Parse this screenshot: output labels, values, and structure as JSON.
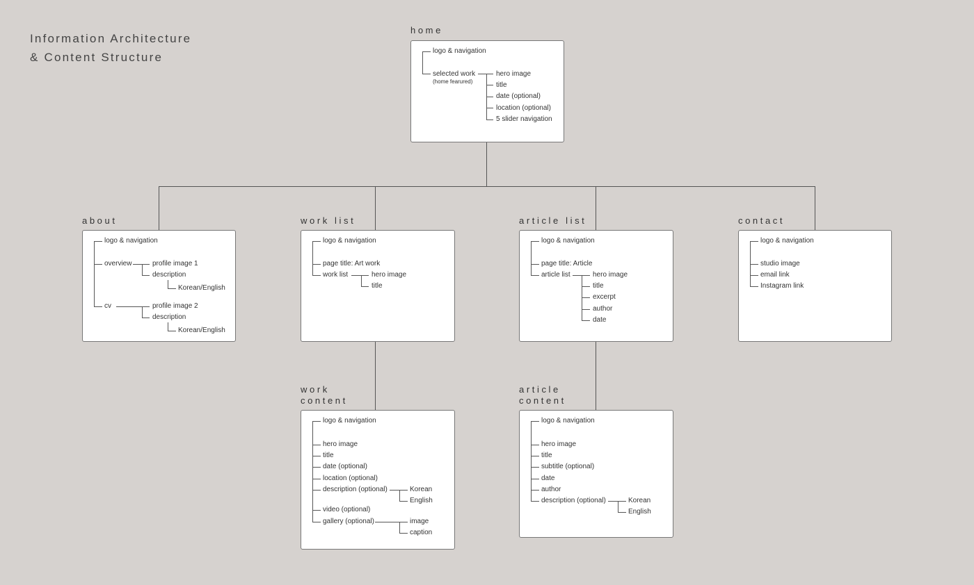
{
  "heading": {
    "line1": "Information Architecture",
    "line2": "& Content Structure"
  },
  "home": {
    "label": "home",
    "logo_nav": "logo & navigation",
    "selected_work": "selected work",
    "selected_work_note": "(home fearured)",
    "children": [
      "hero image",
      "title",
      "date (optional)",
      "location (optional)",
      "5 slider navigation"
    ]
  },
  "about": {
    "label": "about",
    "logo_nav": "logo & navigation",
    "overview": "overview",
    "overview_children": [
      "profile image 1",
      "description"
    ],
    "overview_lang": "Korean/English",
    "cv": "cv",
    "cv_children": [
      "profile image 2",
      "description"
    ],
    "cv_lang": "Korean/English"
  },
  "work_list": {
    "label": "work  list",
    "logo_nav": "logo & navigation",
    "page_title": "page title: Art work",
    "work_list": "work list",
    "children": [
      "hero image",
      "title"
    ]
  },
  "article_list": {
    "label": "article  list",
    "logo_nav": "logo & navigation",
    "page_title": "page title: Article",
    "article_list": "article list",
    "children": [
      "hero image",
      "title",
      "excerpt",
      "author",
      "date"
    ]
  },
  "contact": {
    "label": "contact",
    "logo_nav": "logo & navigation",
    "items": [
      "studio image",
      "email link",
      "Instagram link"
    ]
  },
  "work_content": {
    "label_line1": "work",
    "label_line2": "content",
    "logo_nav": "logo & navigation",
    "items": [
      "hero image",
      "title",
      "date (optional)",
      "location (optional)",
      "description (optional)",
      "video (optional)",
      "gallery (optional)"
    ],
    "description_children": [
      "Korean",
      "English"
    ],
    "gallery_children": [
      "image",
      "caption"
    ]
  },
  "article_content": {
    "label_line1": "article",
    "label_line2": "content",
    "logo_nav": "logo & navigation",
    "items": [
      "hero image",
      "title",
      "subtitle (optional)",
      "date",
      "author",
      "description (optional)"
    ],
    "description_children": [
      "Korean",
      "English"
    ]
  }
}
